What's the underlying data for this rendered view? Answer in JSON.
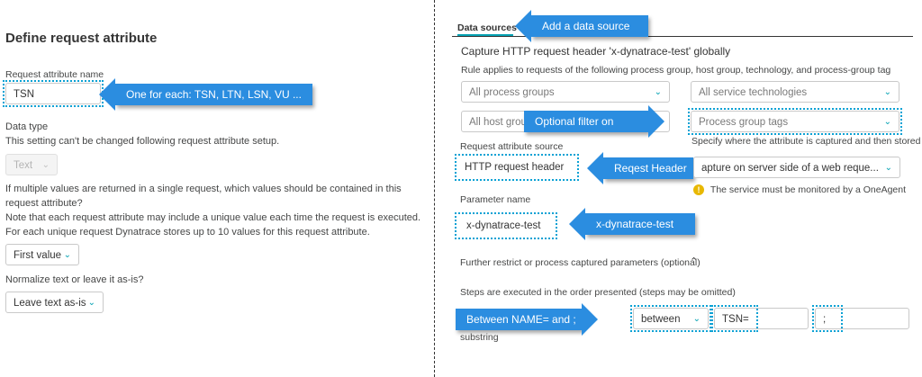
{
  "left": {
    "title": "Define request attribute",
    "name_label": "Request attribute name",
    "name_value": "TSN",
    "data_type_label": "Data type",
    "data_type_note": "This setting can't be changed following request attribute setup.",
    "data_type_value": "Text",
    "multi_q1": "If multiple values are returned in a single request, which values should be contained in this",
    "multi_q2": "request attribute?",
    "multi_note1": "Note that each request attribute may include a unique value each time the request is executed.",
    "multi_note2": "For each unique request Dynatrace stores up to 10 values for this request attribute.",
    "multi_value": "First value",
    "normalize_label": "Normalize text or leave it as-is?",
    "normalize_value": "Leave text as-is"
  },
  "right": {
    "tab_label": "Data sources",
    "capture_title": "Capture HTTP request header 'x-dynatrace-test' globally",
    "rule_text": "Rule applies to requests of the following process group, host group, technology, and process-group tag",
    "process_groups": "All process groups",
    "service_tech": "All service technologies",
    "host_groups": "All host grou",
    "process_group_tags": "Process group tags",
    "specify_text": "Specify where the attribute is captured and then stored",
    "source_label": "Request attribute source",
    "source_value": "HTTP request header",
    "capture_location": "apture on server side of a web reque...",
    "warning_text": "The service must be monitored by a OneAgent",
    "param_label": "Parameter name",
    "param_value": "x-dynatrace-test",
    "further_text": "Further restrict or process captured parameters (optional)",
    "steps_text": "Steps are executed in the order presented (steps may be omitted)",
    "substring_label": "substring",
    "between_value": "between",
    "tsn_value": "TSN=",
    "semicolon_value": ";"
  },
  "callouts": {
    "add_source": "Add a data source",
    "one_for_each": "One for each: TSN, LTN, LSN, VU ...",
    "optional_filter": "Optional filter on",
    "request_header": "Reqest Header",
    "x_dynatrace": "x-dynatrace-test",
    "between_name": "Between NAME= and ;"
  },
  "colors": {
    "callout": "#2b8de0",
    "accent": "#00a1b2",
    "highlight": "#0aa1d4"
  }
}
